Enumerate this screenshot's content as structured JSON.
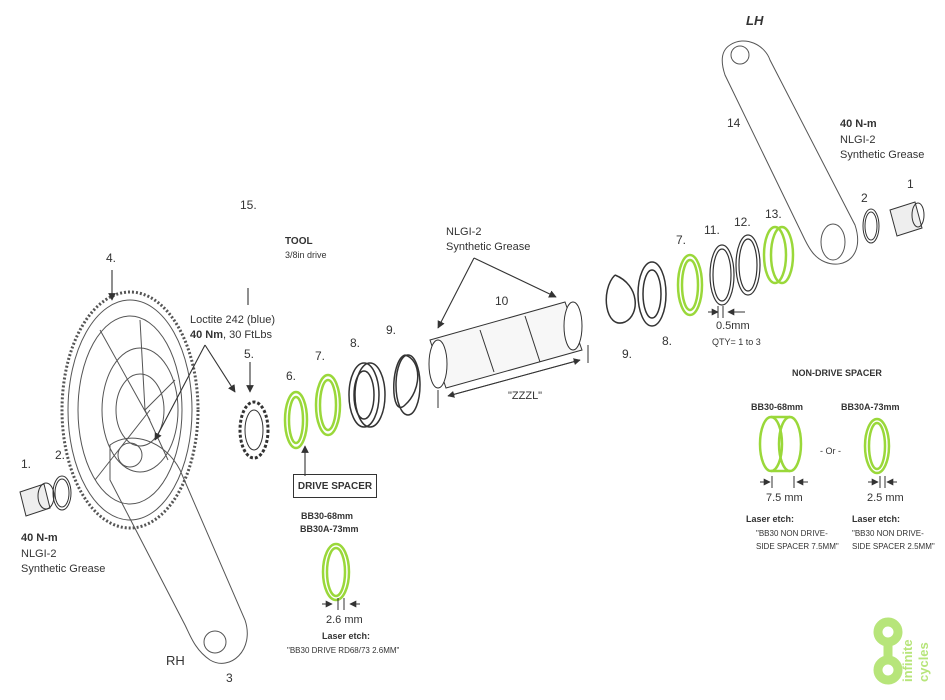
{
  "title": "LH",
  "labels": {
    "rh": "RH",
    "item_3": "3",
    "item_1_left": "1.",
    "item_2_left": "2.",
    "item_4": "4.",
    "item_5": "5.",
    "item_6": "6.",
    "item_7_left": "7.",
    "item_8_left": "8.",
    "item_9_left": "9.",
    "item_10": "10",
    "item_9_right": "9.",
    "item_8_right": "8.",
    "item_7_right": "7.",
    "item_11": "11.",
    "item_12": "12.",
    "item_13": "13.",
    "item_14": "14",
    "item_2_right": "2",
    "item_1_right": "1",
    "item_15": "15."
  },
  "tool": {
    "heading": "TOOL",
    "sub": "3/8in drive"
  },
  "left_bolt": {
    "torque": "40 N-m",
    "grease1": "NLGI-2",
    "grease2": "Synthetic Grease"
  },
  "right_bolt": {
    "torque": "40 N-m",
    "grease1": "NLGI-2",
    "grease2": "Synthetic Grease"
  },
  "loctite": {
    "line1": "Loctite 242 (blue)",
    "line2_bold": "40 Nm",
    "line2_rest": ", 30 FtLbs"
  },
  "spindle_grease": {
    "line1": "NLGI-2",
    "line2": "Synthetic Grease"
  },
  "zzzl": "\"ZZZL\"",
  "shim": {
    "size": "0.5mm",
    "qty": "QTY= 1 to 3"
  },
  "drive_spacer": {
    "box": "DRIVE SPACER",
    "model1": "BB30-68mm",
    "model2": "BB30A-73mm",
    "size": "2.6 mm",
    "etch_label": "Laser etch:",
    "etch_text": "\"BB30 DRIVE RD68/73 2.6MM\""
  },
  "non_drive_spacer": {
    "heading": "NON-DRIVE SPACER",
    "left_model": "BB30-68mm",
    "right_model": "BB30A-73mm",
    "or": "- Or -",
    "left_size": "7.5 mm",
    "right_size": "2.5 mm",
    "etch_label": "Laser etch:",
    "left_etch1": "\"BB30 NON DRIVE-",
    "left_etch2": "SIDE SPACER 7.5MM\"",
    "right_etch1": "\"BB30 NON DRIVE-",
    "right_etch2": "SIDE SPACER 2.5MM\""
  },
  "logo": {
    "line1": "infinite",
    "line2": "cycles"
  },
  "colors": {
    "green": "#9ad83a",
    "line": "#333333",
    "logo": "#b7e57a"
  }
}
